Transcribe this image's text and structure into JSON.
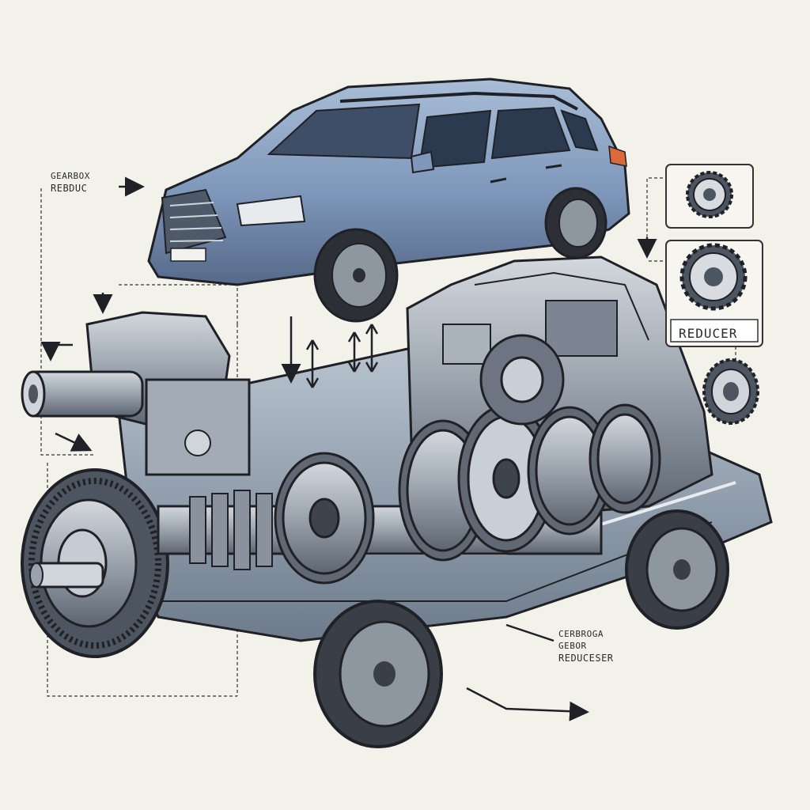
{
  "labels": {
    "gearbox_line1": "GEARBOX",
    "gearbox_line2": "REBDUC",
    "reducer_box": "REDUCER",
    "bottom_line1": "CERBROGA",
    "bottom_line2": "GEBOR",
    "bottom_line3": "REDUCESER"
  },
  "colors": {
    "background": "#f3f2ea",
    "car_body": "#7e97ba",
    "car_shadow": "#56698a",
    "metal": "#9aa3ad",
    "metal_dark": "#4d5560",
    "ink": "#1f2126"
  },
  "icons": {
    "gear_top": "gear-icon",
    "gear_reducer": "gear-icon",
    "ring_side": "ring-gear-icon"
  }
}
